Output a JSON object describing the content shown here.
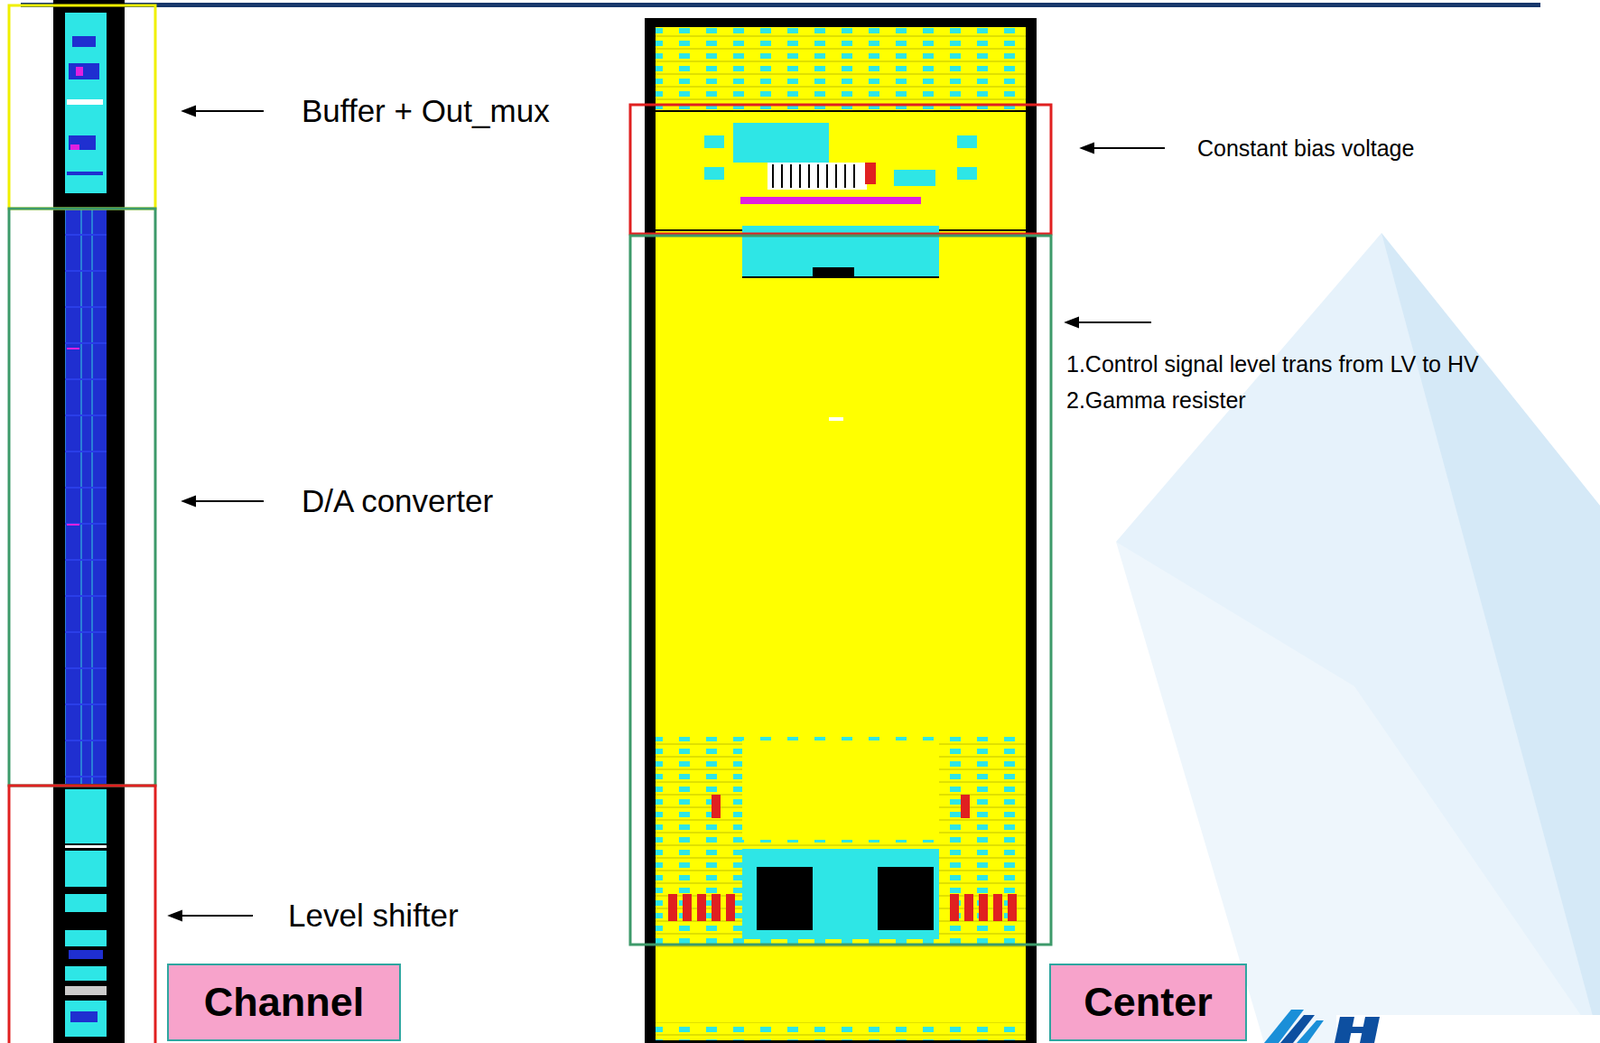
{
  "diagram": {
    "nodes": [
      {
        "text": [
          "Channel"
        ]
      },
      {
        "text": [
          "Center"
        ]
      }
    ],
    "labels": [
      "Buffer + Out_mux",
      "D/A converter",
      "Level shifter",
      "Constant bias voltage",
      "1.Control signal level trans from LV to HV",
      "2.Gamma resister"
    ]
  }
}
